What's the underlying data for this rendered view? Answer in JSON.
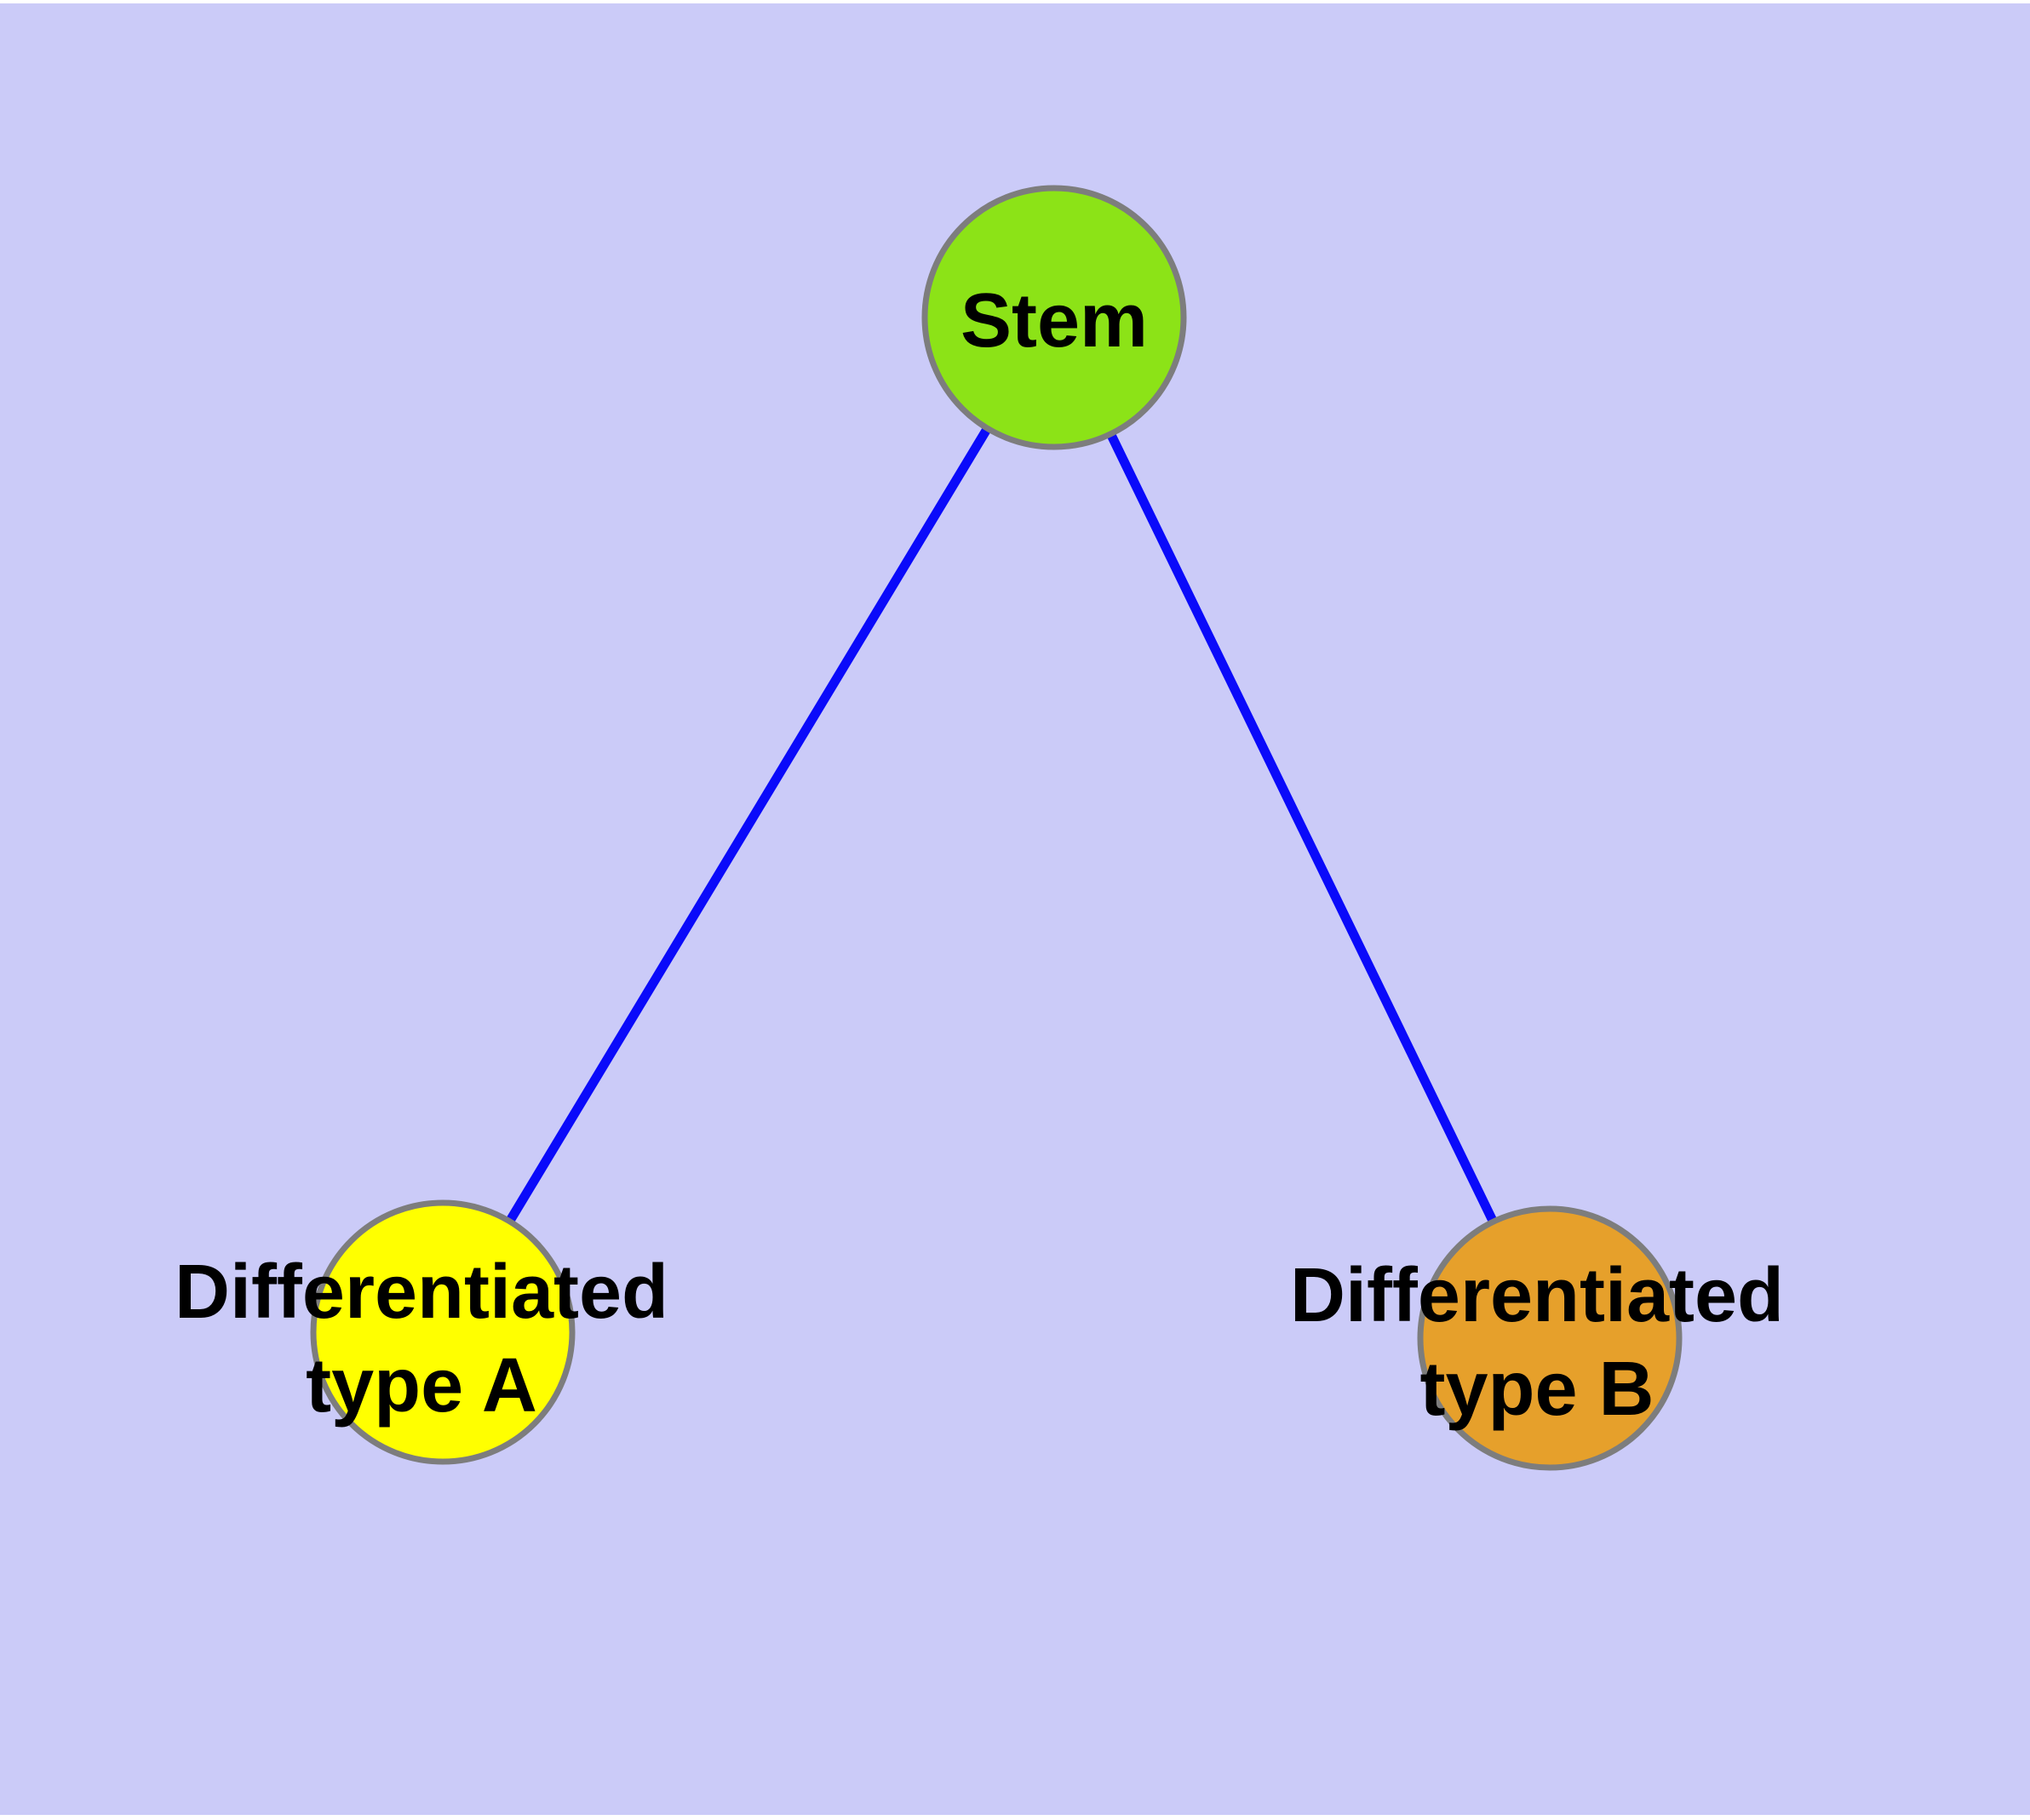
{
  "diagram": {
    "type": "node-link-graph",
    "background_color": "#cbcbf8",
    "frame_color": "#ffffff",
    "edge_color": "#0a0afa",
    "node_border_color": "#7d7d7d",
    "label_color": "#000000",
    "nodes": [
      {
        "id": "stem",
        "label": "Stem",
        "label_lines": [
          "Stem"
        ],
        "color": "#8ce317",
        "shape": "circle"
      },
      {
        "id": "differentiated-type-a",
        "label": "Differentiated type A",
        "label_lines": [
          "Differentiated",
          "type A"
        ],
        "color": "#ffff00",
        "shape": "circle"
      },
      {
        "id": "differentiated-type-b",
        "label": "Differentiated type B",
        "label_lines": [
          "Differentiated",
          "type B"
        ],
        "color": "#e6a02b",
        "shape": "circle"
      }
    ],
    "edges": [
      {
        "from": "Stem",
        "to": "Differentiated type A"
      },
      {
        "from": "Stem",
        "to": "Differentiated type B"
      }
    ]
  }
}
